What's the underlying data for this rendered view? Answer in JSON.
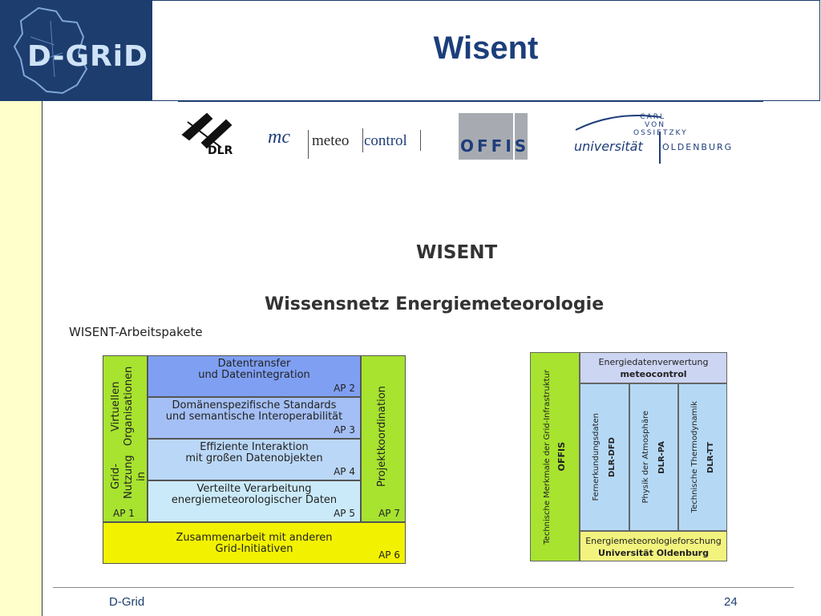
{
  "header": {
    "logo_text": "D-GRiD",
    "title": "Wisent"
  },
  "partners": {
    "dlr": "DLR",
    "meteocontrol_mark": "mc",
    "meteocontrol_word1": "meteo",
    "meteocontrol_word2": "control",
    "offis": "OFFIS",
    "uni_top": [
      "CARL",
      "VON",
      "OSSIETZKY"
    ],
    "uni_main": "universität",
    "uni_city": "OLDENBURG"
  },
  "project": {
    "name": "WISENT",
    "full_name": "Wissensnetz Energiemeteorologie",
    "work_packages_label": "WISENT-Arbeitspakete"
  },
  "work_packages": {
    "ap1": {
      "title": [
        "Grid-Nutzung in",
        "Virtuellen Organisationen"
      ],
      "code": "AP 1"
    },
    "ap2": {
      "title": [
        "Datentransfer",
        "und Datenintegration"
      ],
      "code": "AP 2"
    },
    "ap3": {
      "title": [
        "Domänenspezifische Standards",
        "und semantische Interoperabilität"
      ],
      "code": "AP 3"
    },
    "ap4": {
      "title": [
        "Effiziente Interaktion",
        "mit großen Datenobjekten"
      ],
      "code": "AP 4"
    },
    "ap5": {
      "title": [
        "Verteilte Verarbeitung",
        "energiemeteorologischer Daten"
      ],
      "code": "AP 5"
    },
    "ap6": {
      "title": [
        "Zusammenarbeit mit anderen",
        "Grid-Initiativen"
      ],
      "code": "AP 6"
    },
    "ap7": {
      "title": "Projektkoordination",
      "code": "AP 7"
    }
  },
  "organisation": {
    "left": {
      "topic": "Technische Merkmale der Grid-Infrastruktur",
      "org": "OFFIS"
    },
    "top": {
      "topic": "Energiedatenverwertung",
      "org": "meteocontrol"
    },
    "col1": {
      "topic": "Fernerkundungsdaten",
      "org": "DLR-DFD"
    },
    "col2": {
      "topic": "Physik der Atmosphäre",
      "org": "DLR-PA"
    },
    "col3": {
      "topic": "Technische Thermodynamik",
      "org": "DLR-TT"
    },
    "bottom": {
      "topic": "Energiemeteorologieforschung",
      "org": "Universität Oldenburg"
    }
  },
  "footer": {
    "left": "D-Grid",
    "page": "24"
  },
  "colors": {
    "navy": "#1c3d6e",
    "title_blue": "#1b3f7a",
    "green": "#a7e32f",
    "yellow": "#f2f200",
    "sidebar": "#ffffcc"
  }
}
